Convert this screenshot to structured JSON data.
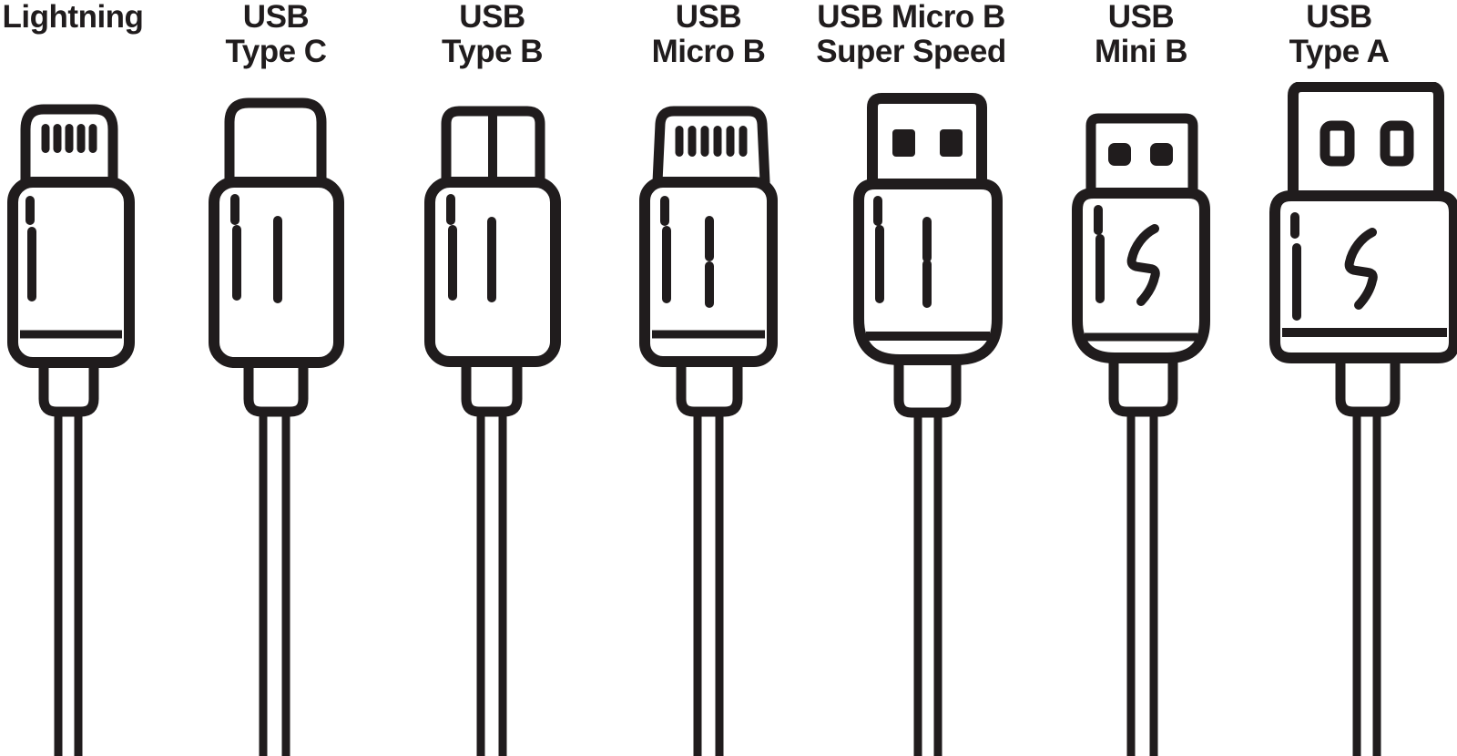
{
  "page": {
    "background_color": "#ffffff",
    "ink_color": "#201c1d",
    "description": "Line-art diagram comparing seven cable connector plug types"
  },
  "connectors": [
    {
      "id": "lightning",
      "label_line1": "Lightning",
      "label_line2": "",
      "icon": "lightning-connector-icon",
      "tip_pins": 5,
      "tip_contacts": 0,
      "has_bolt_symbol": false
    },
    {
      "id": "usb-type-c",
      "label_line1": "USB",
      "label_line2": "Type C",
      "icon": "usb-type-c-connector-icon",
      "tip_pins": 0,
      "tip_contacts": 0,
      "has_bolt_symbol": false
    },
    {
      "id": "usb-type-b",
      "label_line1": "USB",
      "label_line2": "Type B",
      "icon": "usb-type-b-connector-icon",
      "tip_pins": 0,
      "tip_contacts": 0,
      "has_bolt_symbol": false
    },
    {
      "id": "usb-micro-b",
      "label_line1": "USB",
      "label_line2": "Micro B",
      "icon": "usb-micro-b-connector-icon",
      "tip_pins": 6,
      "tip_contacts": 0,
      "has_bolt_symbol": false
    },
    {
      "id": "usb-micro-b-ss",
      "label_line1": "USB Micro B",
      "label_line2": "Super Speed",
      "icon": "usb-micro-b-super-speed-connector-icon",
      "tip_pins": 0,
      "tip_contacts": 2,
      "has_bolt_symbol": false
    },
    {
      "id": "usb-mini-b",
      "label_line1": "USB",
      "label_line2": "Mini B",
      "icon": "usb-mini-b-connector-icon",
      "tip_pins": 0,
      "tip_contacts": 2,
      "has_bolt_symbol": true
    },
    {
      "id": "usb-type-a",
      "label_line1": "USB",
      "label_line2": "Type A",
      "icon": "usb-type-a-connector-icon",
      "tip_pins": 0,
      "tip_contacts": 2,
      "has_bolt_symbol": true
    }
  ]
}
